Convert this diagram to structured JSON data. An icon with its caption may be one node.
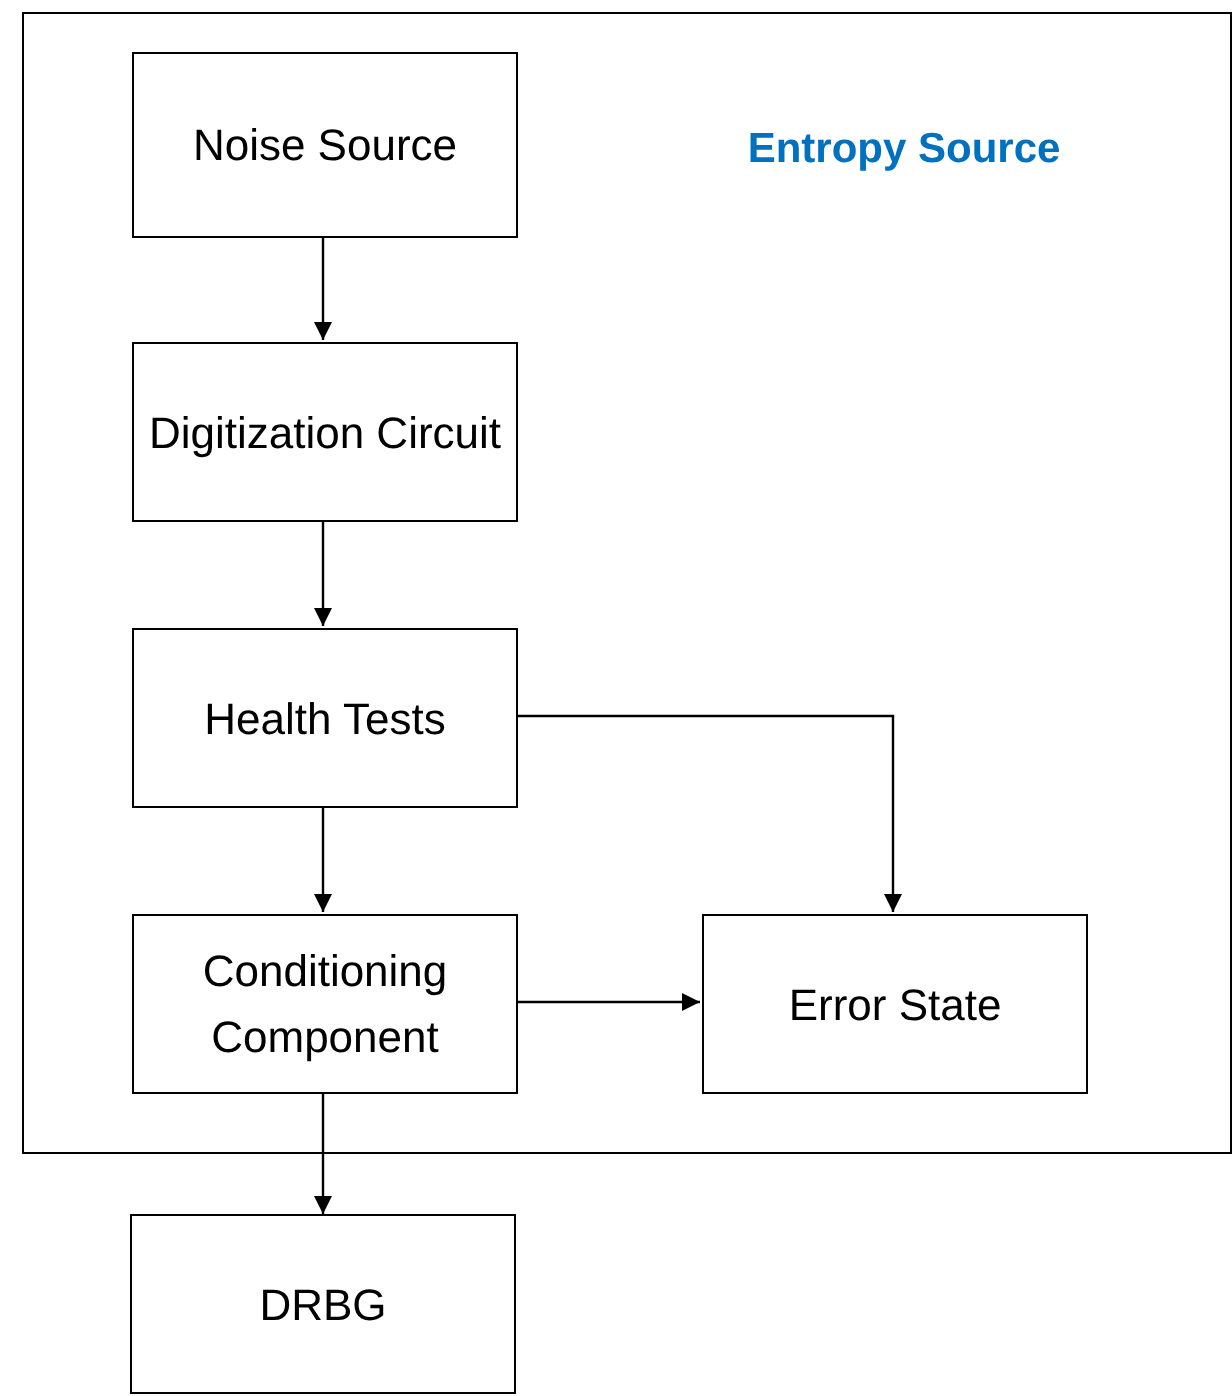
{
  "diagram": {
    "nodes": [
      {
        "text": [
          "Entropy Source"
        ]
      },
      {
        "text": [
          "Noise Source"
        ],
        "in": 0
      },
      {
        "text": [
          "Digitization Circuit"
        ],
        "in": 0
      },
      {
        "text": [
          "Health Tests"
        ],
        "in": 0
      },
      {
        "text": [
          "Conditioning Component"
        ],
        "in": 0
      },
      {
        "text": [
          "Error State"
        ],
        "in": 0
      },
      {
        "text": [
          "DRBG"
        ]
      }
    ],
    "edges": [
      {
        "from": 1,
        "to": 2,
        "arrow": "to"
      },
      {
        "from": 2,
        "to": 3,
        "arrow": "to"
      },
      {
        "from": 3,
        "to": 4,
        "arrow": "to"
      },
      {
        "from": 3,
        "to": 5,
        "arrow": "to"
      },
      {
        "from": 4,
        "to": 5,
        "arrow": "to"
      },
      {
        "from": 4,
        "to": 6,
        "arrow": "to"
      }
    ]
  }
}
